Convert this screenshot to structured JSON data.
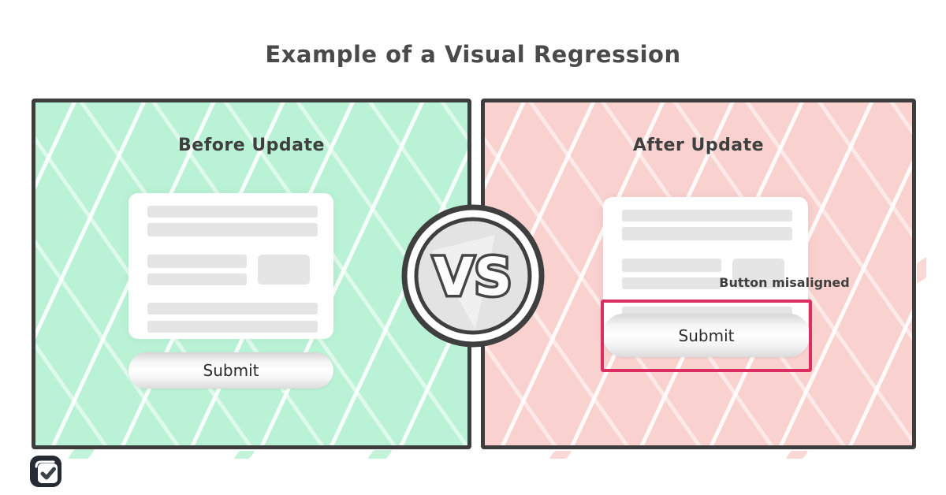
{
  "title": "Example of a Visual Regression",
  "vs_label": "VS",
  "panels": {
    "before": {
      "header": "Before Update",
      "submit_label": "Submit"
    },
    "after": {
      "header": "After Update",
      "submit_label": "Submit",
      "annotation": "Button misaligned"
    }
  },
  "icons": {
    "logo": "checkbox-icon"
  },
  "colors": {
    "mint": "#b9f2d4",
    "pink": "#f9d1ce",
    "border": "#3d3d3d",
    "highlight": "#dd2e63",
    "bar": "#e5e5e5",
    "ink": "#454545"
  }
}
